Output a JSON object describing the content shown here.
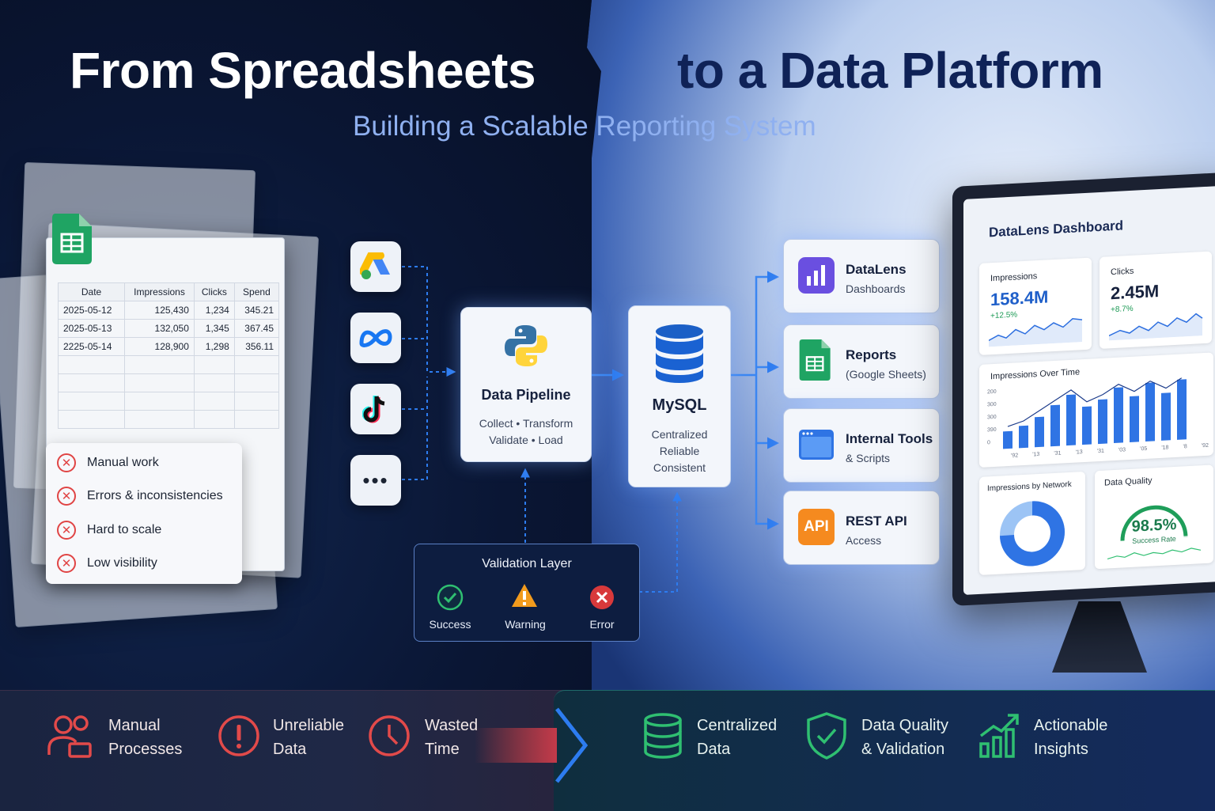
{
  "header": {
    "title_left": "From Spreadsheets",
    "title_right": "to a Data Platform",
    "subtitle": "Building a Scalable Reporting System"
  },
  "spreadsheet": {
    "columns": [
      "Date",
      "Impressions",
      "Clicks",
      "Spend"
    ],
    "rows": [
      [
        "2025-05-12",
        "125,430",
        "1,234",
        "345.21"
      ],
      [
        "2025-05-13",
        "132,050",
        "1,345",
        "367.45"
      ],
      [
        "2225-05-14",
        "128,900",
        "1,298",
        "356.11"
      ]
    ]
  },
  "pain_points": [
    "Manual work",
    "Errors & inconsistencies",
    "Hard to scale",
    "Low visibility"
  ],
  "sources": [
    {
      "icon": "google-ads-icon"
    },
    {
      "icon": "meta-icon"
    },
    {
      "icon": "tiktok-icon"
    },
    {
      "icon": "more-icon",
      "glyph": "•••"
    }
  ],
  "pipeline": {
    "title": "Data Pipeline",
    "line1": "Collect • Transform",
    "line2": "Validate • Load"
  },
  "database": {
    "title": "MySQL",
    "lines": [
      "Centralized",
      "Reliable",
      "Consistent"
    ]
  },
  "validation": {
    "title": "Validation Layer",
    "states": [
      {
        "label": "Success",
        "color": "#2fbf71"
      },
      {
        "label": "Warning",
        "color": "#f29b1d"
      },
      {
        "label": "Error",
        "color": "#e04444"
      }
    ]
  },
  "outputs": [
    {
      "title": "DataLens",
      "sub": "Dashboards",
      "icon": "bar-chart-icon"
    },
    {
      "title": "Reports",
      "sub": "(Google Sheets)",
      "icon": "google-sheets-icon"
    },
    {
      "title": "Internal Tools",
      "sub": "& Scripts",
      "icon": "browser-window-icon"
    },
    {
      "title": "REST API",
      "sub": "Access",
      "icon": "api-icon",
      "badge": "API"
    }
  ],
  "dashboard": {
    "title": "DataLens Dashboard",
    "kpis": [
      {
        "label": "Impressions",
        "value": "158.4M",
        "delta": "+12.5%"
      },
      {
        "label": "Clicks",
        "value": "2.45M",
        "delta": "+8.7%"
      }
    ],
    "impressions_over_time": {
      "label": "Impressions Over Time",
      "y_ticks": [
        "200",
        "300",
        "300",
        "390",
        "0"
      ],
      "x_ticks": [
        "'92",
        "'13",
        "'31",
        "'13",
        "'31",
        "'03",
        "'05",
        "'18",
        "'8",
        "'92"
      ]
    },
    "network_label": "Impressions by Network",
    "quality": {
      "label": "Data Quality",
      "value": "98.5%",
      "caption": "Success Rate",
      "fraction": 0.985
    }
  },
  "bottom_problems": [
    {
      "line1": "Manual",
      "line2": "Processes",
      "icon": "user-laptop-icon"
    },
    {
      "line1": "Unreliable",
      "line2": "Data",
      "icon": "alert-circle-icon"
    },
    {
      "line1": "Wasted",
      "line2": "Time",
      "icon": "clock-icon"
    }
  ],
  "bottom_benefits": [
    {
      "line1": "Centralized",
      "line2": "Data",
      "icon": "database-icon"
    },
    {
      "line1": "Data Quality",
      "line2": "& Validation",
      "icon": "shield-check-icon"
    },
    {
      "line1": "Actionable",
      "line2": "Insights",
      "icon": "growth-chart-icon"
    }
  ],
  "colors": {
    "accent": "#1f6fe5",
    "error": "#e04444",
    "success": "#2fbf71",
    "title_dark": "#0f2257"
  }
}
